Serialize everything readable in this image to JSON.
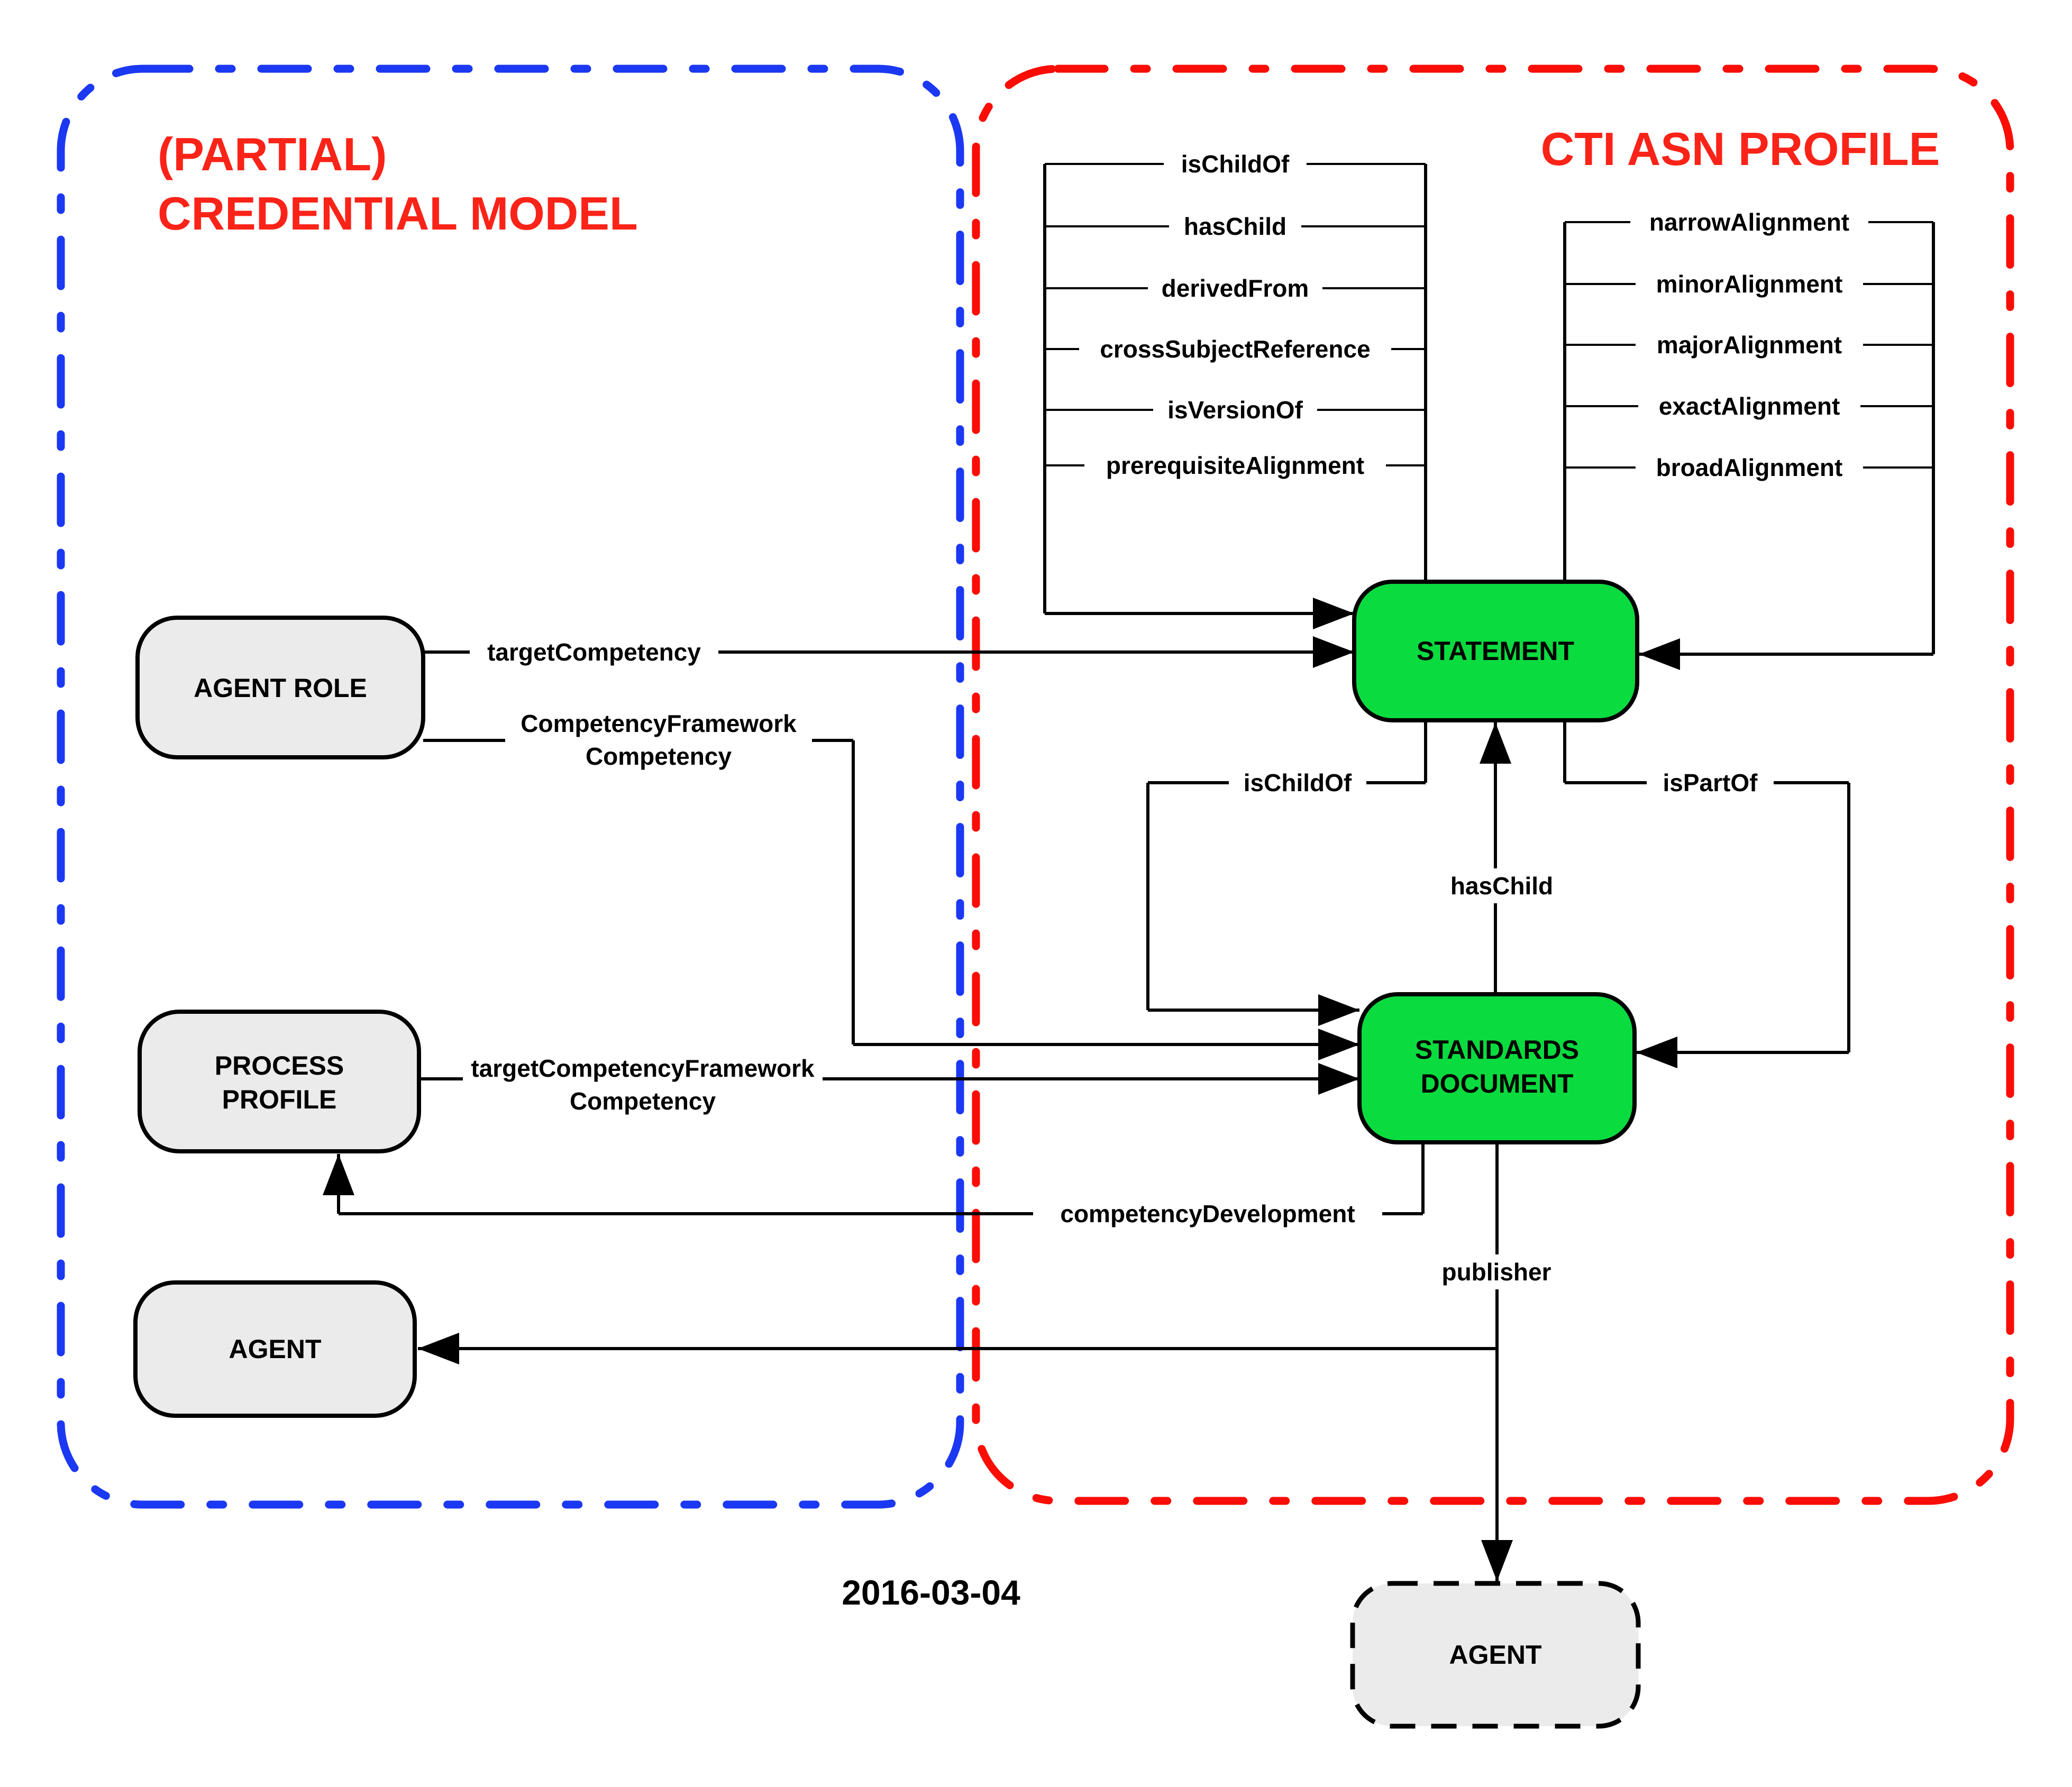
{
  "regions": {
    "credential_model": {
      "title_lines": [
        "(PARTIAL)",
        "CREDENTIAL MODEL"
      ],
      "border_color": "#1B38F2",
      "title_color": "#FA2318"
    },
    "cti_asn_profile": {
      "title": "CTI ASN PROFILE",
      "border_color": "#F90D05",
      "title_color": "#FA2318"
    }
  },
  "nodes": {
    "agent_role": {
      "label": "AGENT ROLE",
      "fill": "#EBEBEB"
    },
    "process_profile": {
      "lines": [
        "PROCESS",
        "PROFILE"
      ],
      "fill": "#EBEBEB"
    },
    "agent_left": {
      "label": "AGENT",
      "fill": "#EBEBEB"
    },
    "statement": {
      "label": "STATEMENT",
      "fill": "#0ADB3F"
    },
    "standards_document": {
      "lines": [
        "STANDARDS",
        "DOCUMENT"
      ],
      "fill": "#0ADB3F"
    },
    "agent_bottom": {
      "label": "AGENT",
      "fill": "#EBEBEB"
    }
  },
  "edge_labels": {
    "statement_self": [
      "isChildOf",
      "hasChild",
      "derivedFrom",
      "crossSubjectReference",
      "isVersionOf",
      "prerequisiteAlignment"
    ],
    "statement_alignments": [
      "narrowAlignment",
      "minorAlignment",
      "majorAlignment",
      "exactAlignment",
      "broadAlignment"
    ],
    "target_competency": "targetCompetency",
    "competency_framework": [
      "CompetencyFramework",
      "Competency"
    ],
    "is_child_of": "isChildOf",
    "is_part_of": "isPartOf",
    "has_child": "hasChild",
    "target_competency_framework": [
      "targetCompetencyFramework",
      "Competency"
    ],
    "competency_development": "competencyDevelopment",
    "publisher": "publisher"
  },
  "footer": {
    "date": "2016-03-04"
  }
}
